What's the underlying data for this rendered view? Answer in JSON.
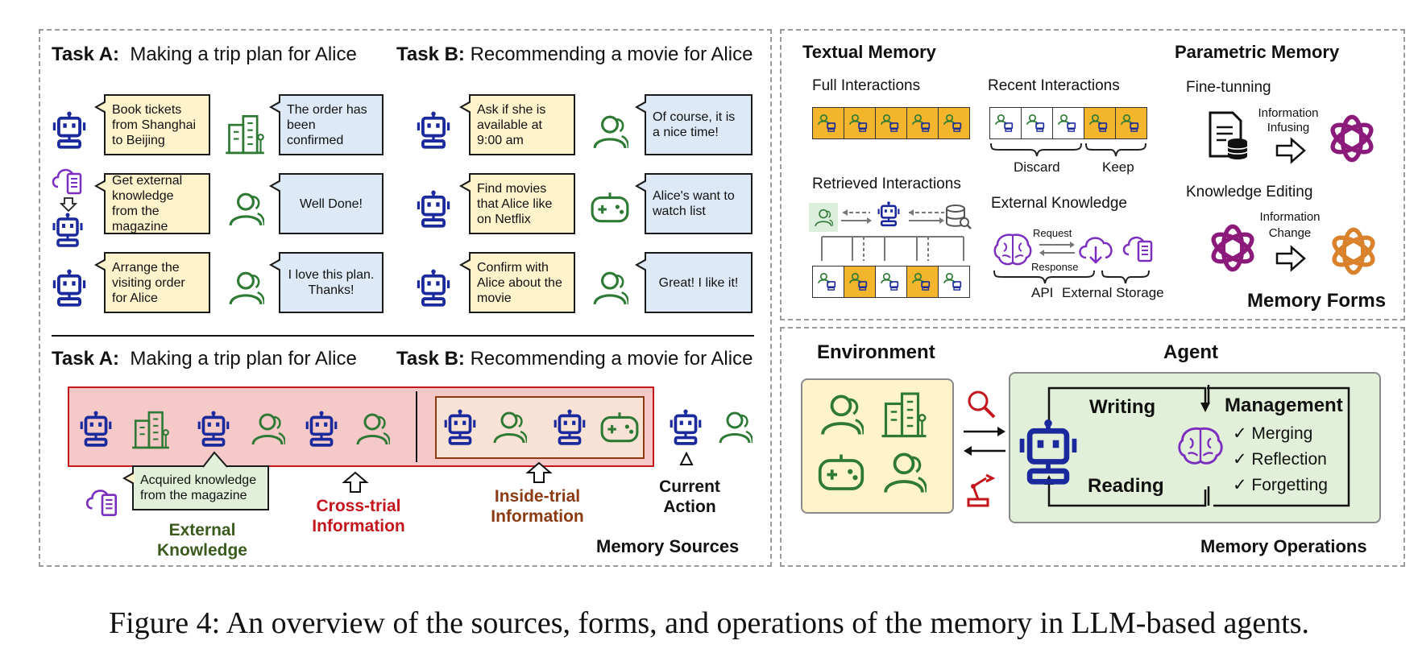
{
  "sources": {
    "taskA_prefix": "Task A:",
    "taskA_title": "Making a trip plan for Alice",
    "taskB_prefix": "Task B:",
    "taskB_title": "Recommending a movie for Alice",
    "taskA": [
      {
        "agent": "Book tickets from Shanghai to Beijing",
        "response": "The order has been confirmed"
      },
      {
        "agent": "Get external knowledge from the magazine",
        "response": "Well Done!"
      },
      {
        "agent": "Arrange the visiting order for Alice",
        "response": "I love this plan. Thanks!"
      }
    ],
    "taskB": [
      {
        "agent": "Ask if she is available at 9:00 am",
        "response": "Of course, it is a nice time!"
      },
      {
        "agent": "Find movies that Alice like on Netflix",
        "response": "Alice's want to watch list"
      },
      {
        "agent": "Confirm with Alice about the movie",
        "response": "Great! I like it!"
      }
    ],
    "acquired_knowledge": "Acquired knowledge from the magazine",
    "external_knowledge": "External Knowledge",
    "cross_trial": "Cross-trial Information",
    "inside_trial": "Inside-trial Information",
    "current_action": "Current Action",
    "section_label": "Memory Sources"
  },
  "forms": {
    "textual_title": "Textual Memory",
    "parametric_title": "Parametric Memory",
    "full_interactions": "Full Interactions",
    "recent_interactions": "Recent Interactions",
    "discard": "Discard",
    "keep": "Keep",
    "retrieved_interactions": "Retrieved Interactions",
    "external_knowledge": "External Knowledge",
    "request": "Request",
    "response": "Response",
    "api": "API",
    "external_storage": "External Storage",
    "fine_tuning": "Fine-tunning",
    "info_infusing": "Information Infusing",
    "knowledge_editing": "Knowledge Editing",
    "info_change": "Information Change",
    "section_label": "Memory Forms"
  },
  "operations": {
    "environment": "Environment",
    "agent": "Agent",
    "writing": "Writing",
    "reading": "Reading",
    "management": "Management",
    "items": [
      "✓  Merging",
      "✓  Reflection",
      "✓  Forgetting"
    ],
    "section_label": "Memory Operations"
  },
  "caption": "Figure 4: An overview of the sources, forms, and operations of the memory in LLM-based agents.",
  "colors": {
    "robot": "#1a2a9c",
    "human": "#2e7a35",
    "purple": "#7b2fbf",
    "orange": "#f3b52b",
    "red": "#c4161c",
    "brown": "#8b3a12"
  }
}
